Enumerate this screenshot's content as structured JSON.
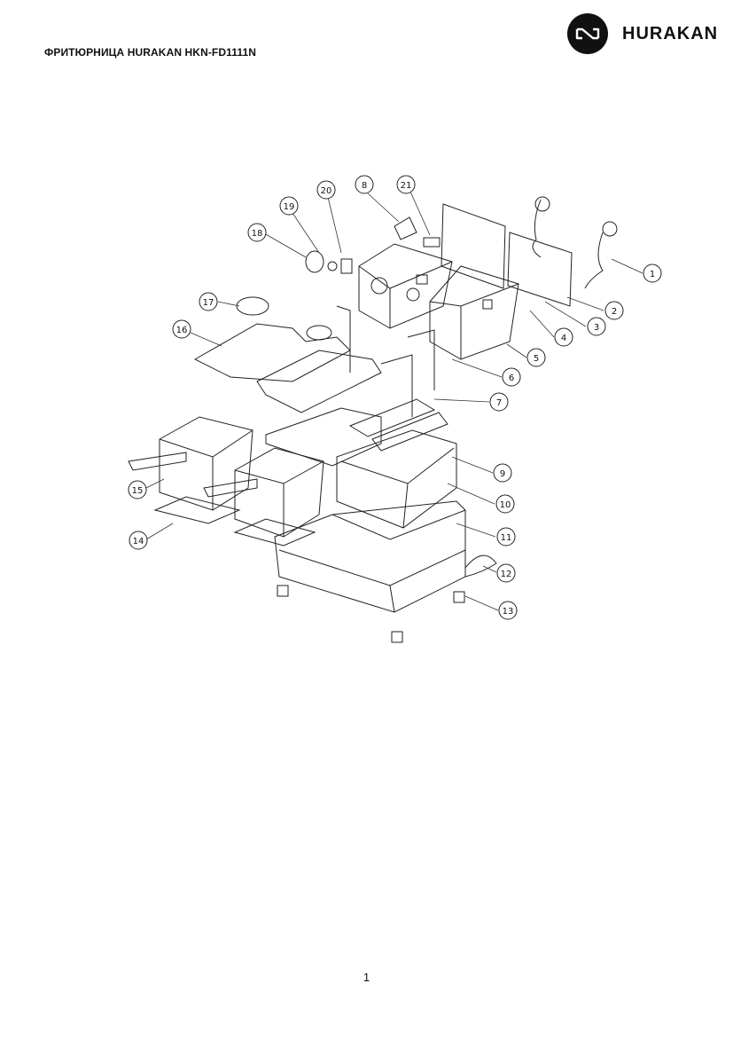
{
  "header": {
    "title": "ФРИТЮРНИЦА HURAKAN HKN-FD1111N",
    "logo_text": "HURAKAN"
  },
  "callouts": [
    "1",
    "2",
    "3",
    "4",
    "5",
    "6",
    "7",
    "8",
    "9",
    "10",
    "11",
    "12",
    "13",
    "14",
    "15",
    "16",
    "17",
    "18",
    "19",
    "20",
    "21"
  ],
  "footer": {
    "page_number": "1"
  }
}
